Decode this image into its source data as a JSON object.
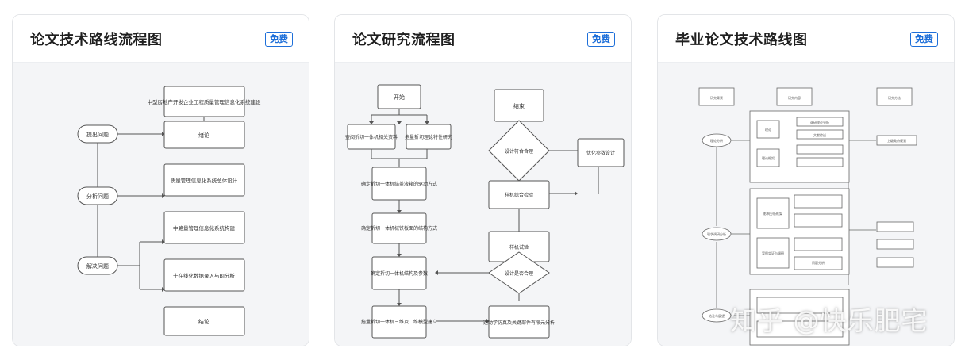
{
  "cards": [
    {
      "title": "论文技术路线流程图",
      "badge": "免费",
      "diagram": {
        "left_nodes": [
          "提出问题",
          "分析问题",
          "解决问题"
        ],
        "main_nodes": [
          "中型房地产开发企业工程质量管理信息化系统建设",
          "绪论",
          "质量管理信息化系统总体设计",
          "中路量管理信息化系统构建",
          "十在线化数据录入与BI分析",
          "结论"
        ]
      }
    },
    {
      "title": "论文研究流程图",
      "badge": "免费",
      "diagram": {
        "start": "开始",
        "end": "结束",
        "left_nodes": [
          "查阅折切一体机相关资料",
          "拖量折切理论特性研究",
          "确定折切一体机结盖液箱的驱动方式",
          "确定折切一体机械铁板面的结构方式",
          "确定折切一体机结构及参数",
          "拖量折切一体机三维及二维模型建立"
        ],
        "right_nodes": [
          "设计符合合理",
          "优化参数设计",
          "样机综合检验",
          "样机试验",
          "设计是否合理",
          "运动学仿真及关键部件有限元分析"
        ]
      }
    },
    {
      "title": "毕业论文技术路线图",
      "badge": "免费",
      "diagram": {
        "top_nodes": [
          "研究背景",
          "研究内容",
          "研究方法"
        ],
        "circle_nodes": [
          "理论分析",
          "现状调研分析",
          "结论与展望"
        ],
        "box_labels": [
          "理论",
          "理论框架",
          "调研理论分析",
          "文献综述",
          "上级政府规划",
          "影响分析框架",
          "案例实证与调研",
          "问题分析"
        ]
      }
    }
  ],
  "watermark": "知乎 @快乐肥宅"
}
